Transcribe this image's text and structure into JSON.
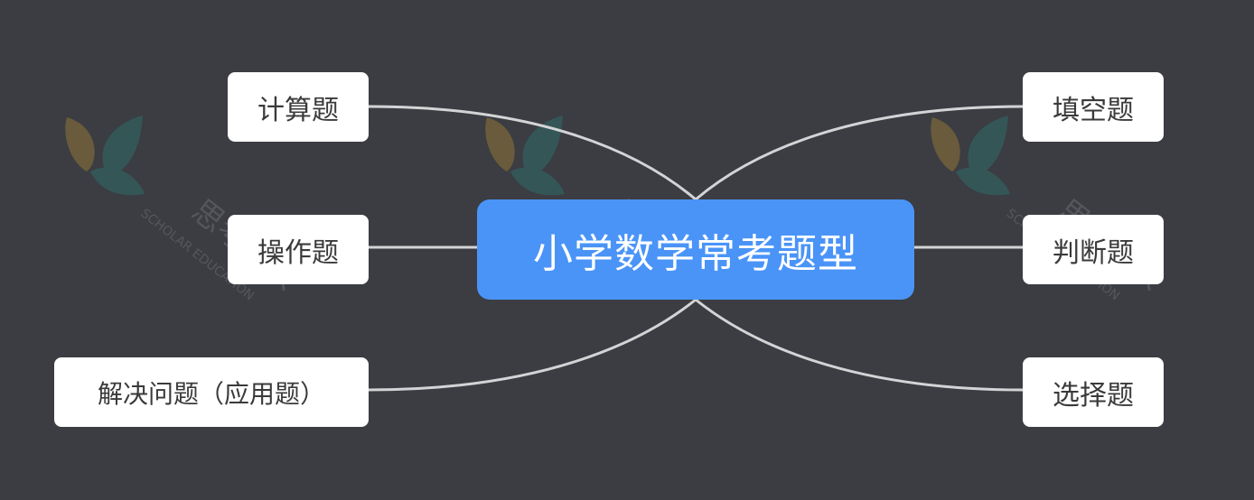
{
  "center": {
    "label": "小学数学常考题型"
  },
  "left_branches": [
    {
      "label": "计算题"
    },
    {
      "label": "操作题"
    },
    {
      "label": "解决问题（应用题）"
    }
  ],
  "right_branches": [
    {
      "label": "填空题"
    },
    {
      "label": "判断题"
    },
    {
      "label": "选择题"
    }
  ],
  "watermark": {
    "name": "思考乐教育",
    "subtitle": "SCHOLAR EDUCATION"
  },
  "colors": {
    "background": "#3b3d42",
    "center_fill": "#4a94f8",
    "node_fill": "#ffffff",
    "connector": "#d4d4d6"
  }
}
